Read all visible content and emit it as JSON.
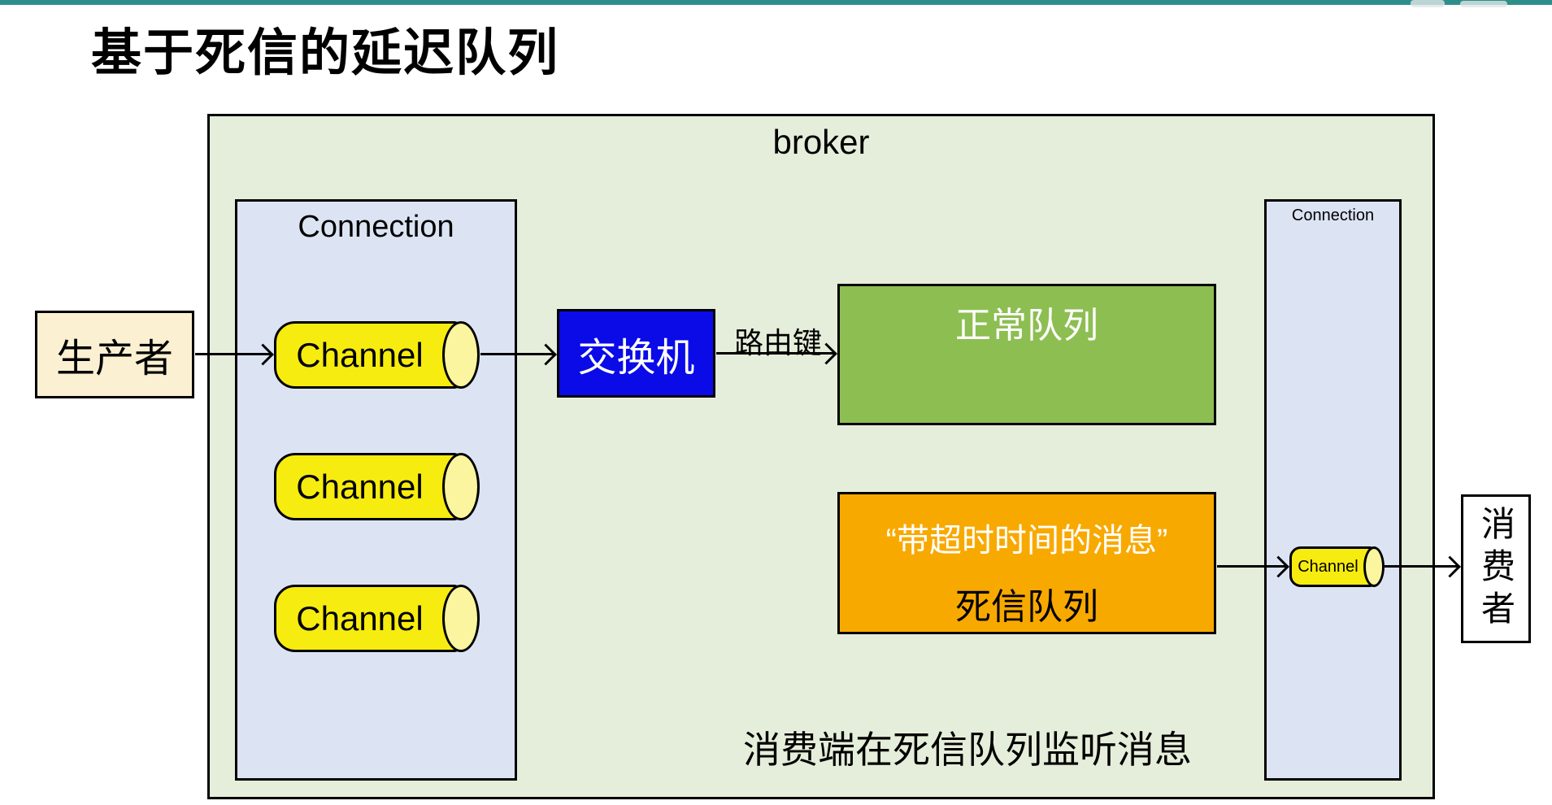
{
  "page": {
    "title": "基于死信的延迟队列"
  },
  "broker": {
    "label": "broker",
    "note": "消费端在死信队列监听消息"
  },
  "producer": {
    "label": "生产者"
  },
  "consumer": {
    "label": "消费者"
  },
  "left_connection": {
    "label": "Connection",
    "channels": [
      {
        "label": "Channel"
      },
      {
        "label": "Channel"
      },
      {
        "label": "Channel"
      }
    ]
  },
  "exchange": {
    "label": "交换机"
  },
  "routing_key_label": "路由键",
  "normal_queue": {
    "label": "正常队列"
  },
  "dead_letter_queue": {
    "quote_line": "“带超时时间的消息”",
    "name_line": "死信队列"
  },
  "right_connection": {
    "label": "Connection",
    "channel": {
      "label": "Channel"
    }
  },
  "colors": {
    "topbar-teal": "#2e8f8a",
    "broker-bg": "#e5eeda",
    "connection-bg": "#dce4f4",
    "channel-yellow": "#f7ec0f",
    "channel-cap": "#fbf5a0",
    "producer-bg": "#fbf0d2",
    "exchange-blue": "#0a0be7",
    "normal-queue-green": "#8dbe52",
    "dlq-orange": "#f8a900",
    "line-black": "#000000"
  }
}
